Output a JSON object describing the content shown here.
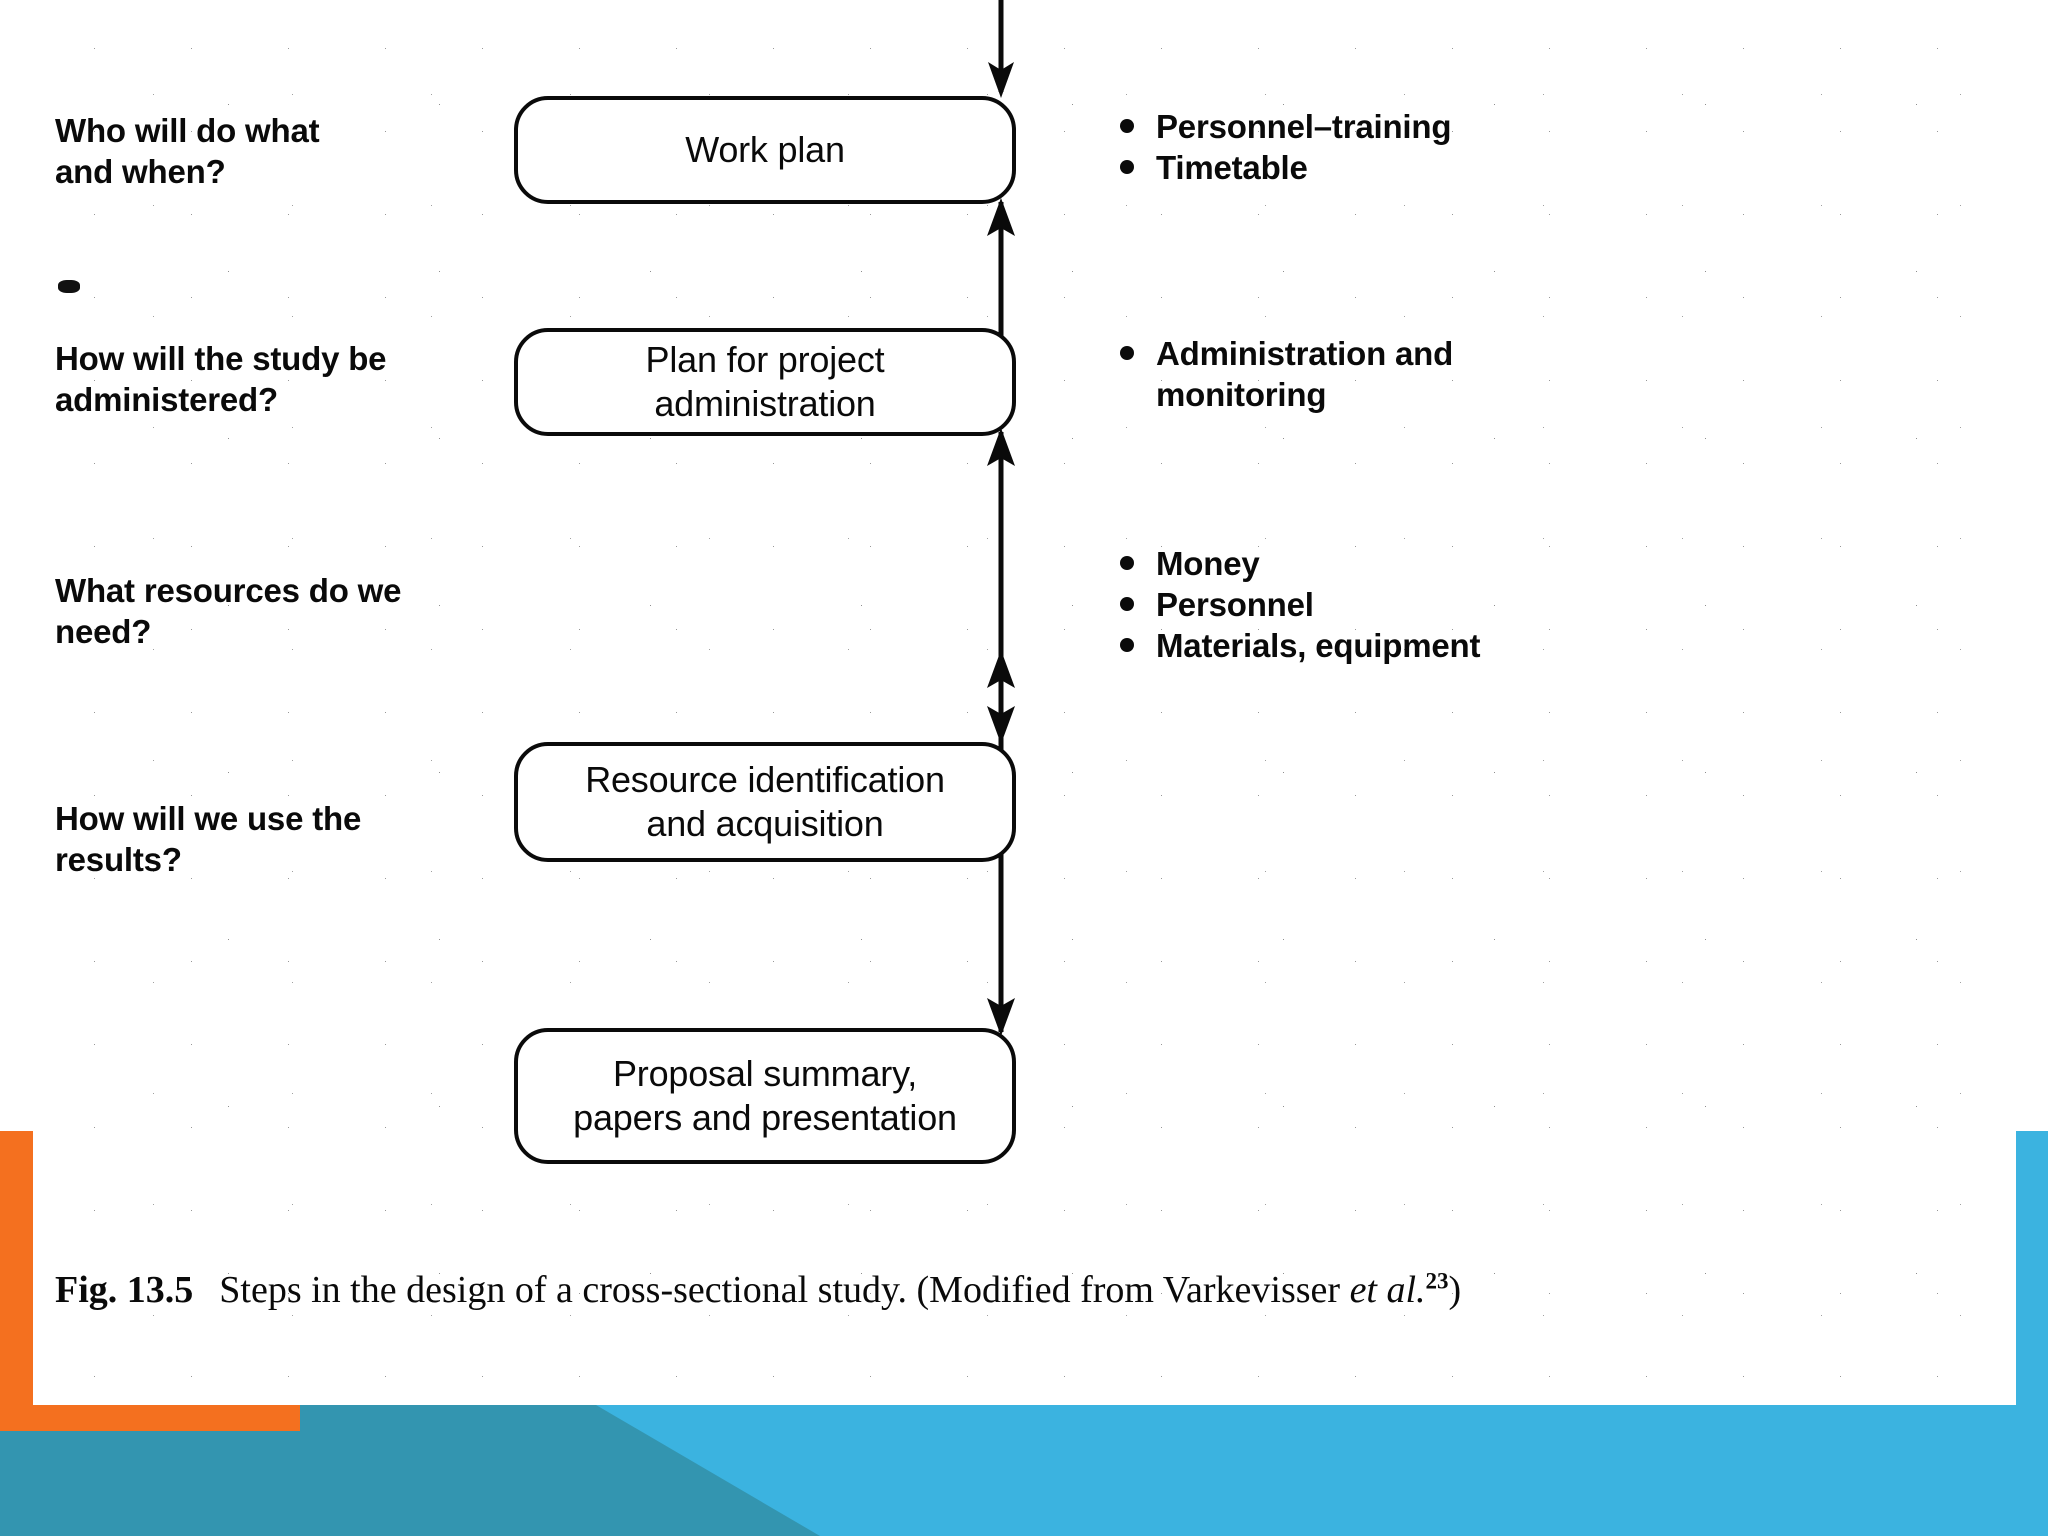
{
  "slide": {
    "background": "#ffffff",
    "accent_orange": "#f4701f",
    "accent_blue_light": "#3bb3e0",
    "accent_blue_dark": "#3395b0"
  },
  "diagram": {
    "title": "Steps in the design of a cross-sectional study",
    "questions": [
      {
        "text": "Who will do what\nand when?"
      },
      {
        "text": "How will the study be\nadministered?"
      },
      {
        "text": "What resources do we\nneed?"
      },
      {
        "text": "How will we use the\nresults?"
      }
    ],
    "boxes": [
      {
        "label": "Work plan"
      },
      {
        "label": "Plan for project\nadministration"
      },
      {
        "label": "Resource identification\nand acquisition"
      },
      {
        "label": "Proposal summary,\npapers and presentation"
      }
    ],
    "bullet_groups": [
      {
        "items": [
          "Personnel–training",
          "Timetable"
        ]
      },
      {
        "items": [
          "Administration and\nmonitoring"
        ]
      },
      {
        "items": [
          "Money",
          "Personnel",
          "Materials, equipment"
        ]
      },
      {
        "items": []
      }
    ],
    "connectors": [
      {
        "type": "arrow-down",
        "from": "top",
        "to": "box-1"
      },
      {
        "type": "arrow-double",
        "from": "box-1",
        "to": "box-2"
      },
      {
        "type": "arrow-double",
        "from": "box-2",
        "to": "box-3"
      },
      {
        "type": "arrow-double",
        "from": "box-3",
        "to": "box-4"
      }
    ]
  },
  "caption": {
    "figure_number": "Fig. 13.5",
    "text_before_italic": "Steps in the design of a cross-sectional study. (Modified from Varkevisser ",
    "italic_text": "et al.",
    "superscript": "23",
    "text_after": ")"
  }
}
